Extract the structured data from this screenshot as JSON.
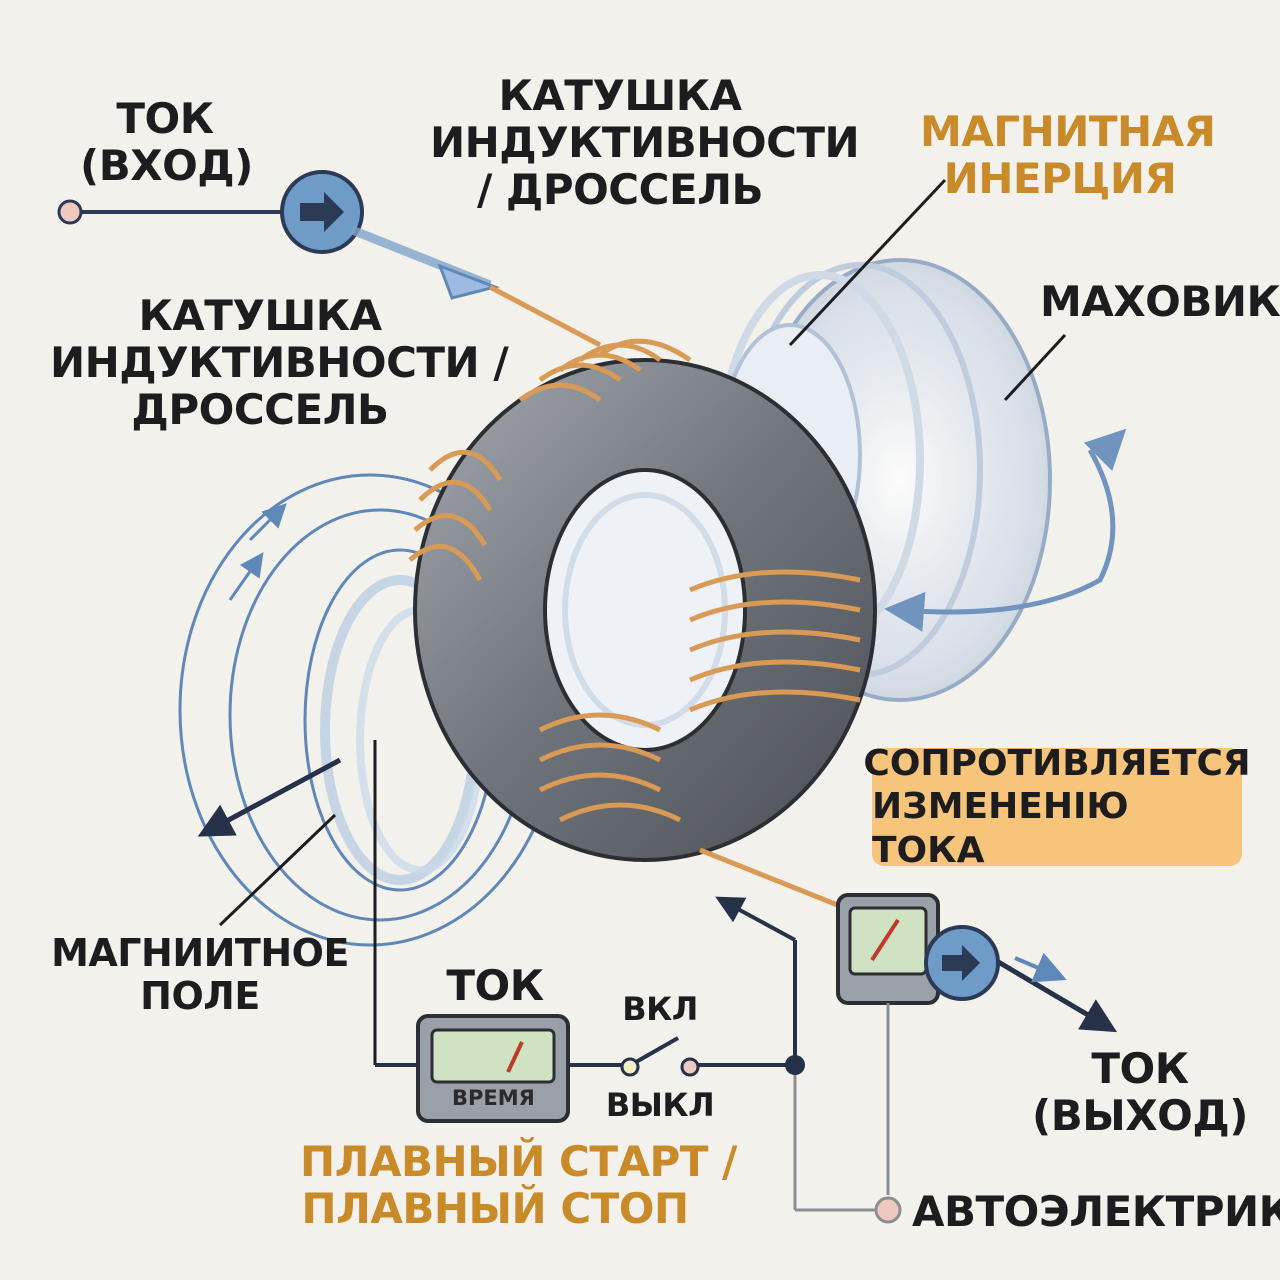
{
  "labels": {
    "current_in": [
      "ТОК",
      "(ВХОД)"
    ],
    "inductor_top": [
      "КАТУШКА",
      "ИНДУКТИВНОСТИ",
      "/ ДРОССЕЛЬ"
    ],
    "magnetic_inertia": [
      "МАГНИТНАЯ",
      "ИНЕРЦИЯ"
    ],
    "flywheel": "МАХОВИК",
    "inductor_left": [
      "КАТУШКА",
      "ИНДУКТИВНОСТИ /",
      "ДРОССЕЛЬ"
    ],
    "resists": [
      "СОПРОТИВЛЯЕТСЯ",
      "ИЗМЕНЕНIЮ ТОКА"
    ],
    "magnetic_field": [
      "МАГНИИТНОЕ",
      "ПОЛЕ"
    ],
    "current_meter": "ТОК",
    "meter_time": "ВРЕМЯ",
    "switch_on": "ВКЛ",
    "switch_off": "ВЫКЛ",
    "soft_start": [
      "ПЛАВНЫЙ СТАРТ /",
      "ПЛАВНЫЙ СТОП"
    ],
    "current_out": [
      "ТОК",
      "(ВЫХОД)"
    ],
    "auto_electric": "АВТОЭЛЕКТРИКА"
  },
  "colors": {
    "background": "#f3f1ec",
    "copper": "#d99a55",
    "core": "#7d8188",
    "field": "#5e88b8",
    "accent_orange": "#c98a2a",
    "callout": "#f6c47b",
    "text": "#1d1d1f"
  },
  "icons": [
    "arrow-right-icon",
    "meter-icon",
    "switch-icon",
    "terminal-dot-icon",
    "flywheel-icon",
    "toroid-icon"
  ]
}
